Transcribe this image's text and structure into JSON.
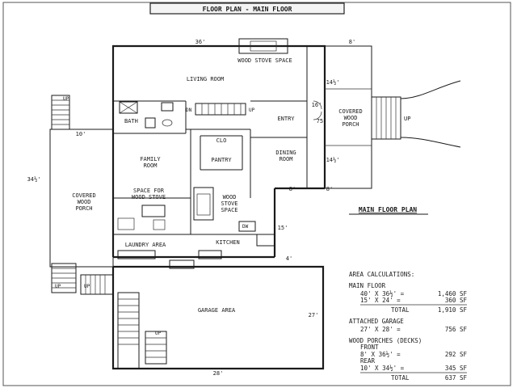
{
  "header": {
    "title": "FLOOR PLAN - MAIN FLOOR"
  },
  "rooms": {
    "wood_stove_space_top": "WOOD STOVE SPACE",
    "living_room": "LIVING ROOM",
    "bath": "BATH",
    "entry": "ENTRY",
    "covered_wood_porch_right_1": "COVERED",
    "covered_wood_porch_right_2": "WOOD",
    "covered_wood_porch_right_3": "PORCH",
    "clo": "CLO",
    "pantry": "PANTRY",
    "family_room_1": "FAMILY",
    "family_room_2": "ROOM",
    "dining_room_1": "DINING",
    "dining_room_2": "ROOM",
    "space_for_wood_stove_1": "SPACE FOR",
    "space_for_wood_stove_2": "WOOD STOVE",
    "wood_stove_space_mid_1": "WOOD",
    "wood_stove_space_mid_2": "STOVE",
    "wood_stove_space_mid_3": "SPACE",
    "covered_wood_porch_left_1": "COVERED",
    "covered_wood_porch_left_2": "WOOD",
    "covered_wood_porch_left_3": "PORCH",
    "laundry_area": "LAUNDRY AREA",
    "kitchen": "KITCHEN",
    "garage_area": "GARAGE AREA",
    "dn": "DN",
    "up_living": "UP",
    "up_left_top": "UP",
    "up_right_porch": "UP",
    "up_lower_left_1": "UP",
    "up_lower_left_2": "UP",
    "up_garage": "UP",
    "dw": "DW"
  },
  "dimensions": {
    "d_36_top": "36'",
    "d_8_top": "8'",
    "d_14_5_a": "14½'",
    "d_14_5_b": "14½'",
    "d_16": "16'",
    "d_75": "75'",
    "d_10_left": "10'",
    "d_34_5_left": "34½'",
    "d_8_mid": "8'",
    "d_15_right": "15'",
    "d_8_right": "8'",
    "d_4": "4'",
    "d_27": "27'",
    "d_28_bottom": "28'"
  },
  "plan_label": "MAIN FLOOR PLAN",
  "area": {
    "title": "AREA CALCULATIONS:",
    "main_floor": {
      "heading": "MAIN FLOOR",
      "row1_expr": "40' X 36½' =",
      "row1_val": "1,460 SF",
      "row2_expr": "15' X 24' =",
      "row2_val": "360 SF",
      "total_label": "TOTAL",
      "total_val": "1,910 SF"
    },
    "garage": {
      "heading": "ATTACHED GARAGE",
      "row1_expr": "27' X 28' =",
      "row1_val": "756 SF"
    },
    "porches": {
      "heading": "WOOD PORCHES (DECKS)",
      "front_label": "FRONT",
      "front_expr": "8' X 36½' =",
      "front_val": "292 SF",
      "rear_label": "REAR",
      "rear_expr": "10' X 34½' =",
      "rear_val": "345 SF",
      "total_label": "TOTAL",
      "total_val": "637 SF"
    }
  }
}
